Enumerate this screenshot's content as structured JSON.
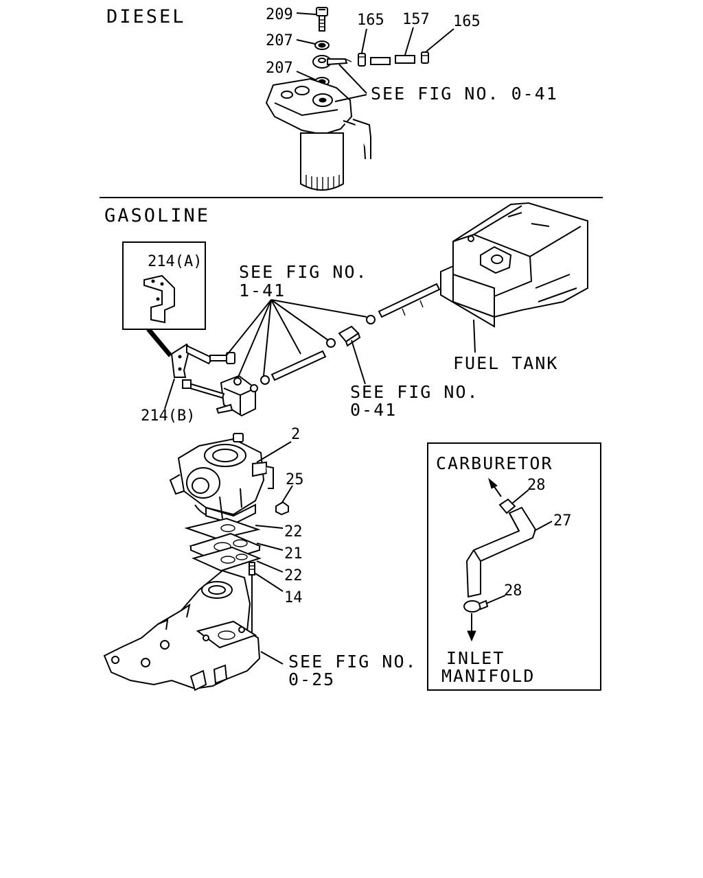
{
  "sections": {
    "diesel": "DIESEL",
    "gasoline": "GASOLINE"
  },
  "references": {
    "diesel_fig": "SEE FIG NO. 0-41",
    "fig_1_41_line1": "SEE FIG NO.",
    "fig_1_41_line2": "1-41",
    "fig_0_41_line1": "SEE FIG NO.",
    "fig_0_41_line2": "0-41",
    "fig_0_25_line1": "SEE FIG NO.",
    "fig_0_25_line2": "0-25",
    "fuel_tank": "FUEL TANK"
  },
  "inset": {
    "carburetor": "CARBURETOR",
    "inlet": "INLET",
    "manifold": "MANIFOLD",
    "part_28_top": "28",
    "part_27": "27",
    "part_28_bottom": "28"
  },
  "parts": {
    "p209": "209",
    "p207_top": "207",
    "p207_bottom": "207",
    "p165_left": "165",
    "p157": "157",
    "p165_right": "165",
    "p214a": "214(A)",
    "p214b": "214(B)",
    "p2": "2",
    "p25": "25",
    "p22_top": "22",
    "p21": "21",
    "p22_bottom": "22",
    "p14": "14"
  }
}
